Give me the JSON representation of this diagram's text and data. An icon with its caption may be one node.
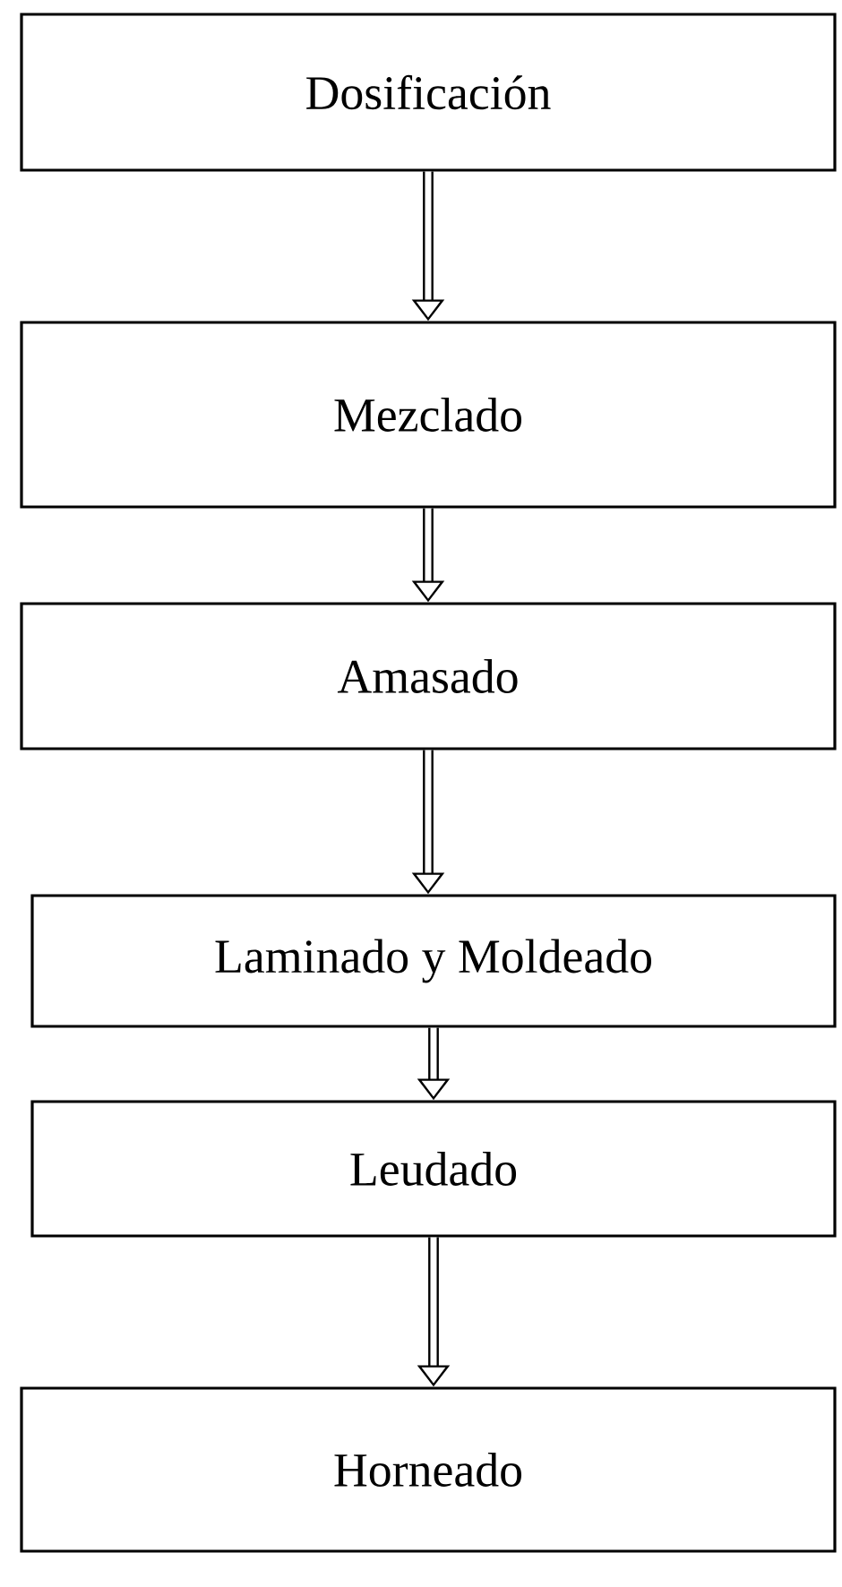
{
  "diagram": {
    "nodes": [
      {
        "text": [
          "Dosificación"
        ]
      },
      {
        "text": [
          "Mezclado"
        ]
      },
      {
        "text": [
          "Amasado"
        ]
      },
      {
        "text": [
          "Laminado y Moldeado"
        ]
      },
      {
        "text": [
          "Leudado"
        ]
      },
      {
        "text": [
          "Horneado"
        ]
      }
    ],
    "edges": [
      {
        "from": 0,
        "to": 1,
        "arrow": "to"
      },
      {
        "from": 1,
        "to": 2,
        "arrow": "to"
      },
      {
        "from": 2,
        "to": 3,
        "arrow": "to"
      },
      {
        "from": 3,
        "to": 4,
        "arrow": "to"
      },
      {
        "from": 4,
        "to": 5,
        "arrow": "to"
      }
    ]
  }
}
